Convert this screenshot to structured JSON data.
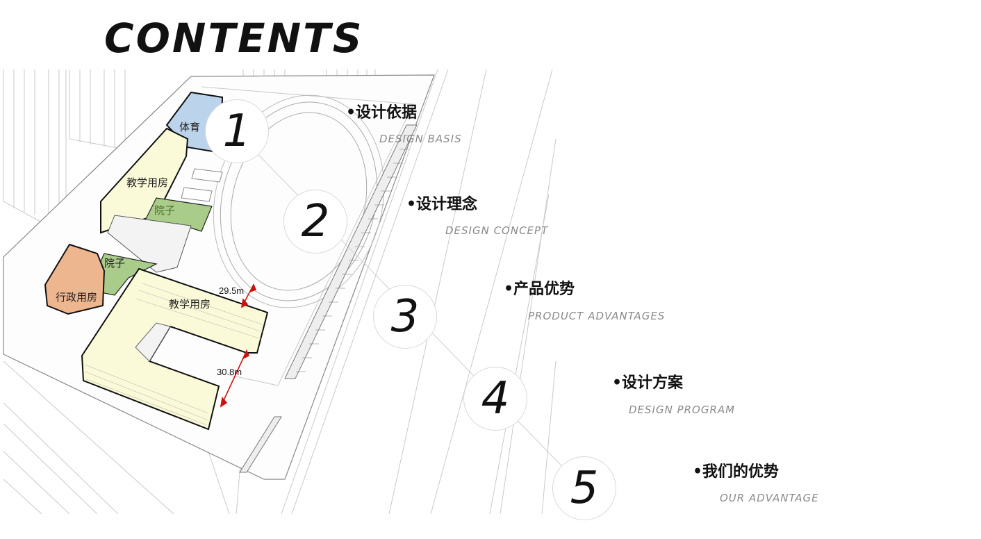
{
  "title": "CONTENTS",
  "plan_labels": {
    "sports": "体育",
    "teaching_top": "教学用房",
    "courtyard_top": "院子",
    "courtyard_mid": "院子",
    "admin": "行政用房",
    "teaching_bottom": "教学用房",
    "dim_1": "29.5m",
    "dim_2": "30.8m"
  },
  "items": [
    {
      "number": "1",
      "cn": "•设计依据",
      "en": "DESIGN BASIS"
    },
    {
      "number": "2",
      "cn": "•设计理念",
      "en": "DESIGN CONCEPT"
    },
    {
      "number": "3",
      "cn": "•产品优势",
      "en": "PRODUCT ADVANTAGES"
    },
    {
      "number": "4",
      "cn": "•设计方案",
      "en": "DESIGN PROGRAM"
    },
    {
      "number": "5",
      "cn": "•我们的优势",
      "en": "OUR ADVANTAGE"
    }
  ],
  "colors": {
    "sports": "#bcd3ec",
    "teaching": "#fafad8",
    "courtyard": "#a9cc8a",
    "admin": "#eeb68f",
    "dimension": "#cc1111"
  }
}
